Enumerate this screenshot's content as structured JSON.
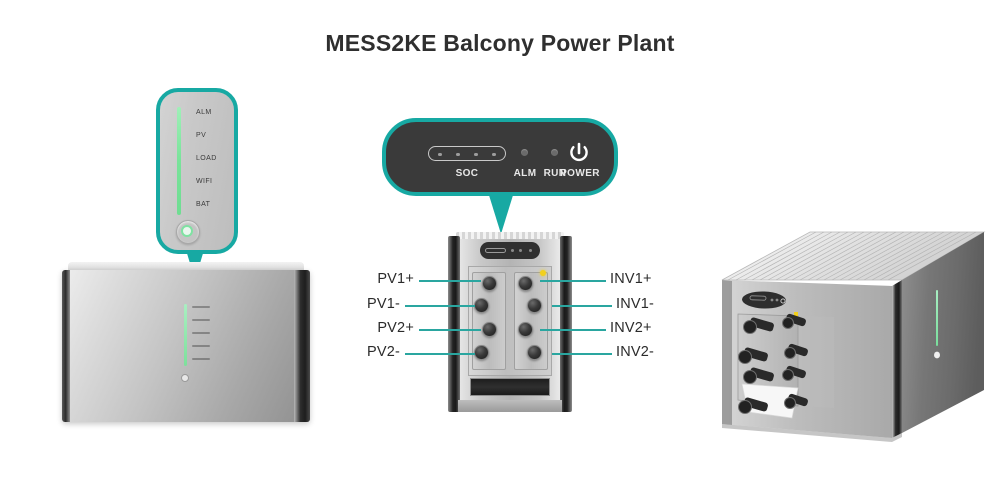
{
  "page": {
    "title": "MESS2KE Balcony Power Plant",
    "background_color": "#ffffff",
    "accent_color": "#17a9a3",
    "led_green": "#7ce09b",
    "title_color": "#2f2f2f"
  },
  "left_callout": {
    "name": "status-led-panel-callout",
    "border_color": "#17a9a3",
    "indicators": [
      {
        "label": "ALM"
      },
      {
        "label": "PV"
      },
      {
        "label": "LOAD"
      },
      {
        "label": "WIFI"
      },
      {
        "label": "BAT"
      }
    ],
    "button": {
      "icon": "power-button-icon",
      "led_color": "#7fe2a2"
    }
  },
  "top_callout": {
    "name": "control-panel-callout",
    "border_color": "#17a9a3",
    "panel_color": "#3a3a3a",
    "soc": {
      "label": "SOC",
      "segments": 4,
      "segment_color": "#9d9d9d"
    },
    "leds": [
      {
        "label": "ALM",
        "color": "#6b6b6b"
      },
      {
        "label": "RUN",
        "color": "#6b6b6b"
      }
    ],
    "power": {
      "label": "POWER",
      "icon": "power-icon",
      "icon_color": "#ffffff"
    }
  },
  "left_device": {
    "name": "battery-unit-front-view",
    "strip_color": "#7ce09b",
    "indicator_count": 5
  },
  "center_device": {
    "name": "connector-panel-view",
    "status_led_color": "#f2d01e",
    "connectors_left": [
      {
        "label": "PV1+"
      },
      {
        "label": "PV1-"
      },
      {
        "label": "PV2+"
      },
      {
        "label": "PV2-"
      }
    ],
    "connectors_right": [
      {
        "label": "INV1+"
      },
      {
        "label": "INV1-"
      },
      {
        "label": "INV2+"
      },
      {
        "label": "INV2-"
      }
    ]
  },
  "right_device": {
    "name": "battery-unit-isometric-view",
    "strip_color": "#7ce09b"
  }
}
